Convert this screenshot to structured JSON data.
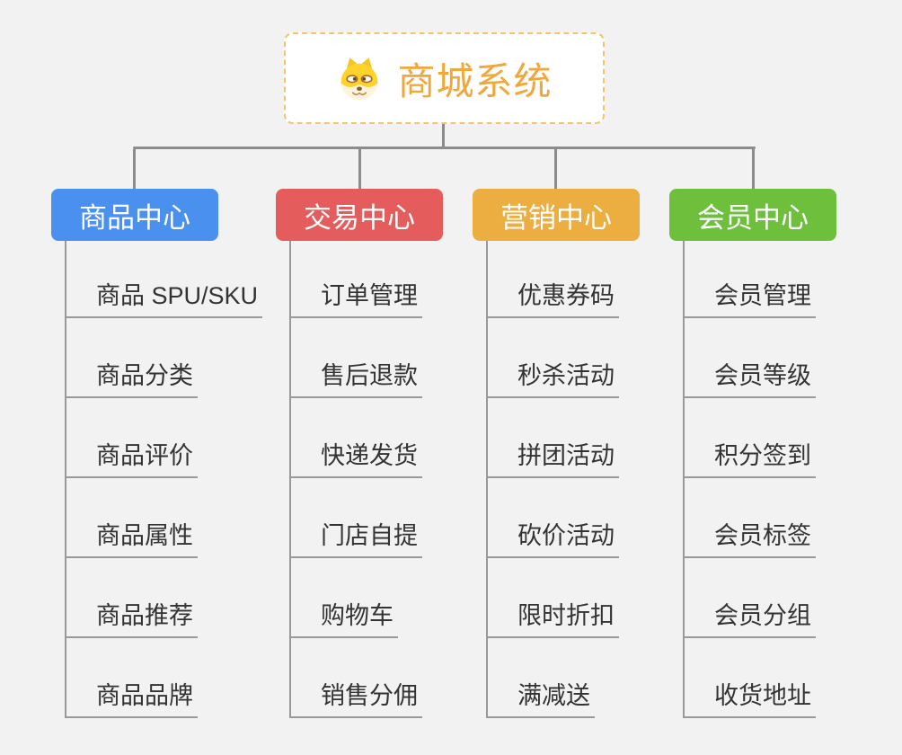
{
  "canvas": {
    "background": "#f2f2f2",
    "connector_color": "#8c8c8c",
    "underline_color": "#999999"
  },
  "root": {
    "title": "商城系统",
    "title_color": "#f0a83c",
    "border_color": "#f6c468",
    "icon": "doge-face-icon"
  },
  "branches": [
    {
      "label": "商品中心",
      "color": "#4a90ee",
      "children": [
        "商品 SPU/SKU",
        "商品分类",
        "商品评价",
        "商品属性",
        "商品推荐",
        "商品品牌"
      ]
    },
    {
      "label": "交易中心",
      "color": "#e55c5c",
      "children": [
        "订单管理",
        "售后退款",
        "快递发货",
        "门店自提",
        "购物车",
        "销售分佣"
      ]
    },
    {
      "label": "营销中心",
      "color": "#ecae40",
      "children": [
        "优惠券码",
        "秒杀活动",
        "拼团活动",
        "砍价活动",
        "限时折扣",
        "满减送"
      ]
    },
    {
      "label": "会员中心",
      "color": "#6ec03c",
      "children": [
        "会员管理",
        "会员等级",
        "积分签到",
        "会员标签",
        "会员分组",
        "收货地址"
      ]
    }
  ]
}
